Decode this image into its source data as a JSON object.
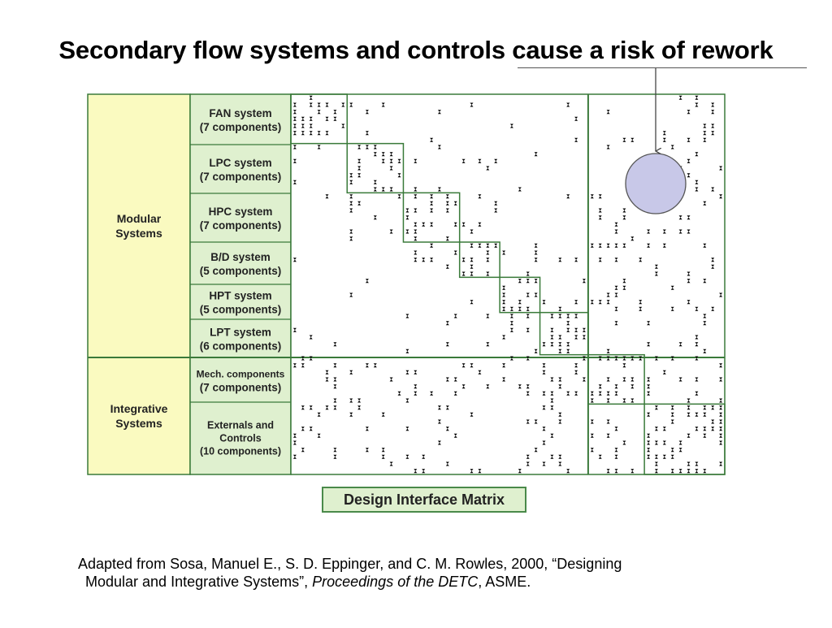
{
  "title": {
    "part1": "Secondary flow systems and controls ",
    "part2": "cause a risk of rework"
  },
  "matrix": {
    "groups": [
      {
        "label_line1": "Modular",
        "label_line2": "Systems"
      },
      {
        "label_line1": "Integrative",
        "label_line2": "Systems"
      }
    ],
    "rows": [
      {
        "name": "FAN system",
        "detail": "(7 components)",
        "count": 7
      },
      {
        "name": "LPC system",
        "detail": "(7 components)",
        "count": 7
      },
      {
        "name": "HPC system",
        "detail": "(7 components)",
        "count": 7
      },
      {
        "name": "B/D system",
        "detail": "(5 components)",
        "count": 5
      },
      {
        "name": "HPT system",
        "detail": "(5 components)",
        "count": 5
      },
      {
        "name": "LPT system",
        "detail": "(6 components)",
        "count": 6
      },
      {
        "name": "Mech. components",
        "detail": "(7 components)",
        "count": 7
      },
      {
        "name": "Externals and Controls",
        "name_line1": "Externals and",
        "name_line2": "Controls",
        "detail": "(10 components)",
        "count": 10
      }
    ],
    "colors": {
      "group_fill": "#fafac0",
      "label_fill": "#dff0cf",
      "border": "#3a7a3a",
      "highlight_fill": "#c8c8e8",
      "highlight_stroke": "#555555",
      "mark": "#000000"
    }
  },
  "caption": "Design Interface Matrix",
  "citation": {
    "text1": "Adapted from Sosa, Manuel E., S. D. Eppinger, and C. M. Rowles, 2000, “Designing",
    "text2": "Modular and Integrative Systems”, ",
    "italic": "Proceedings of the DETC",
    "text3": ", ASME."
  }
}
